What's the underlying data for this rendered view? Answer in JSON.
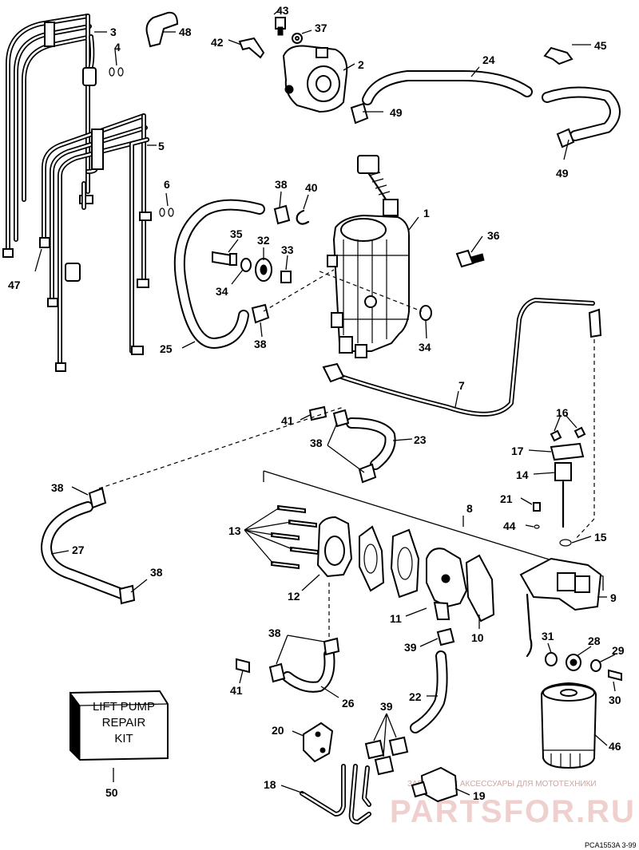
{
  "callouts": {
    "c1": "1",
    "c2": "2",
    "c3": "3",
    "c4": "4",
    "c5": "5",
    "c6": "6",
    "c7": "7",
    "c8": "8",
    "c9": "9",
    "c10": "10",
    "c11": "11",
    "c12": "12",
    "c13": "13",
    "c14": "14",
    "c15": "15",
    "c16": "16",
    "c17": "17",
    "c18": "18",
    "c19": "19",
    "c20": "20",
    "c21": "21",
    "c22": "22",
    "c23": "23",
    "c24": "24",
    "c25": "25",
    "c26": "26",
    "c27": "27",
    "c28": "28",
    "c29": "29",
    "c30": "30",
    "c31": "31",
    "c32": "32",
    "c33": "33",
    "c34a": "34",
    "c34b": "34",
    "c35": "35",
    "c36": "36",
    "c37": "37",
    "c38a": "38",
    "c38b": "38",
    "c38c": "38",
    "c38d": "38",
    "c38e": "38",
    "c38f": "38",
    "c39a": "39",
    "c39b": "39",
    "c40": "40",
    "c41a": "41",
    "c41b": "41",
    "c42": "42",
    "c43": "43",
    "c44": "44",
    "c45": "45",
    "c46": "46",
    "c47": "47",
    "c48": "48",
    "c49a": "49",
    "c49b": "49",
    "c50": "50"
  },
  "kit": {
    "line1": "LIFT PUMP",
    "line2": "REPAIR",
    "line3": "KIT"
  },
  "watermark": {
    "tagline": "ЗАПЧАСТИ И АКСЕССУАРЫ ДЛЯ МОТОТЕХНИКИ",
    "brand": "PARTSFOR.RU"
  },
  "drawing_code": "PCA1553A  3-99"
}
